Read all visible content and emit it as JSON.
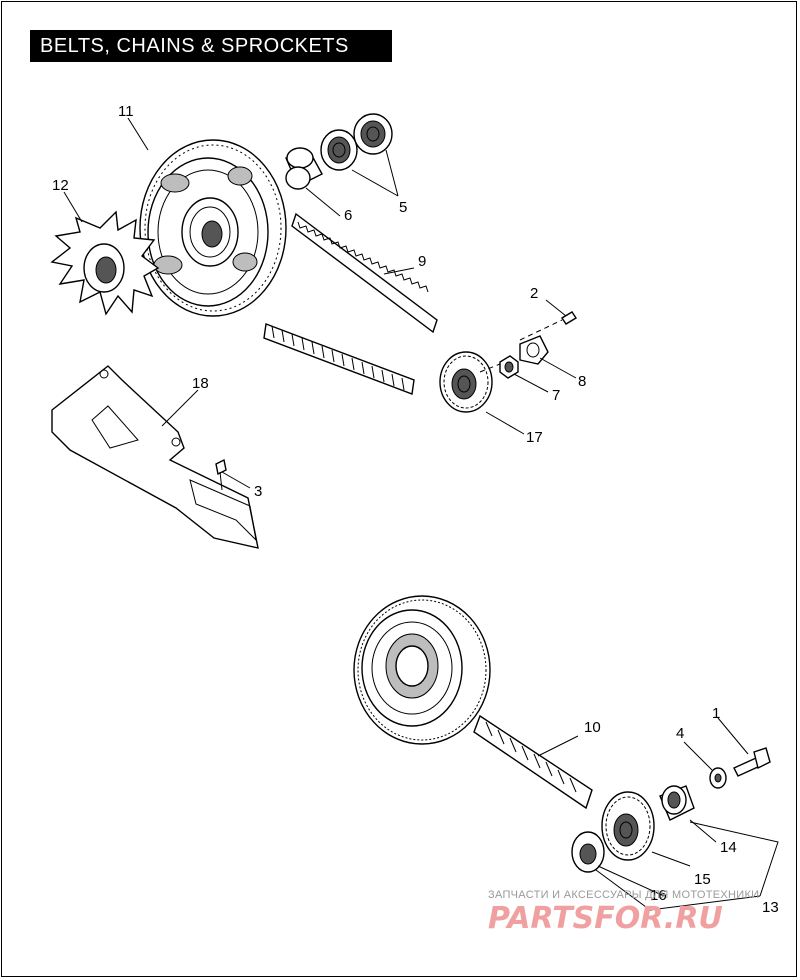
{
  "title": "BELTS, CHAINS & SPROCKETS",
  "callouts": {
    "c1": "1",
    "c2": "2",
    "c3": "3",
    "c4": "4",
    "c5": "5",
    "c6": "6",
    "c7": "7",
    "c8": "8",
    "c9": "9",
    "c10": "10",
    "c11": "11",
    "c12": "12",
    "c13": "13",
    "c14": "14",
    "c15": "15",
    "c16": "16",
    "c17": "17",
    "c18": "18"
  },
  "watermark": {
    "tagline": "ЗАПЧАСТИ И АКСЕССУАРЫ ДЛЯ МОТОТЕХНИКИ",
    "logo": "PARTSFOR.RU"
  },
  "colors": {
    "ink": "#000000",
    "watermark": "#f0a0a0"
  }
}
